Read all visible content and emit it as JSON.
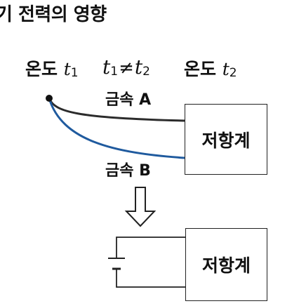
{
  "title": "기 전력의 영향",
  "temperature": {
    "left_label": "온도",
    "left_var": "t",
    "left_sub": "1",
    "mid_var1": "t",
    "mid_sub1": "1",
    "mid_op": "≠",
    "mid_var2": "t",
    "mid_sub2": "2",
    "right_label": "온도",
    "right_var": "t",
    "right_sub": "2"
  },
  "metals": {
    "a": "금속 A",
    "b": "금속 B"
  },
  "resistance_meter": {
    "top_label": "저항계",
    "bottom_label": "저항계"
  },
  "colors": {
    "metal_a_wire": "#2b2b2b",
    "metal_b_wire": "#1f5a9e",
    "line": "#222222"
  }
}
